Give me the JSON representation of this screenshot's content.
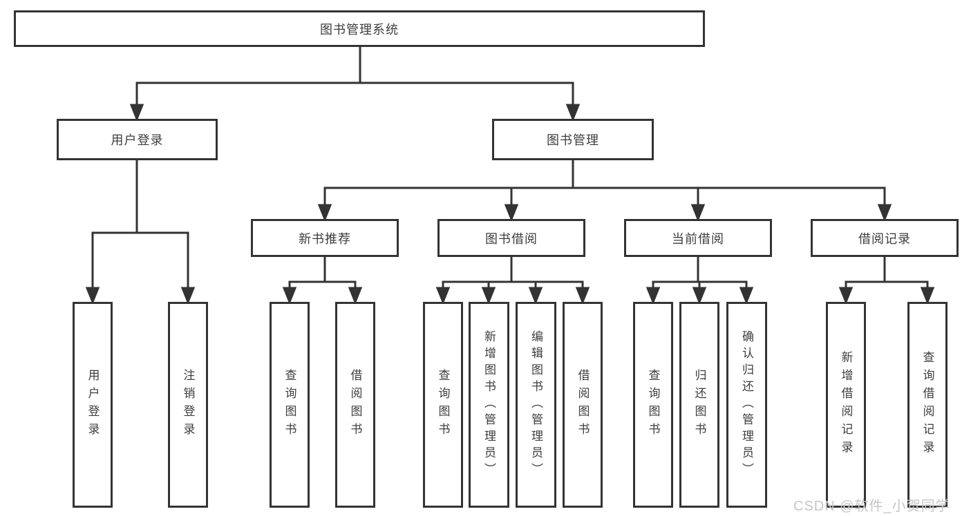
{
  "diagram": {
    "root": {
      "label": "图书管理系统"
    },
    "level2": [
      {
        "label": "用户登录"
      },
      {
        "label": "图书管理"
      }
    ],
    "level3": [
      {
        "label": "新书推荐"
      },
      {
        "label": "图书借阅"
      },
      {
        "label": "当前借阅"
      },
      {
        "label": "借阅记录"
      }
    ],
    "leaves": {
      "user_login": [
        "用户登录",
        "注销登录"
      ],
      "new_book": [
        "查询图书",
        "借阅图书"
      ],
      "book_borrow": [
        "查询图书",
        "新增图书（管理员）",
        "编辑图书（管理员）",
        "借阅图书"
      ],
      "current_borrow": [
        "查询图书",
        "归还图书",
        "确认归还（管理员）"
      ],
      "records": [
        "新增借阅记录",
        "查询借阅记录"
      ]
    }
  },
  "watermark": "CSDN @软件_小贺同学",
  "colors": {
    "line": "#333333",
    "box_background": "#ffffff",
    "text": "#3d3d3d",
    "watermark": "#c6c6c6"
  }
}
